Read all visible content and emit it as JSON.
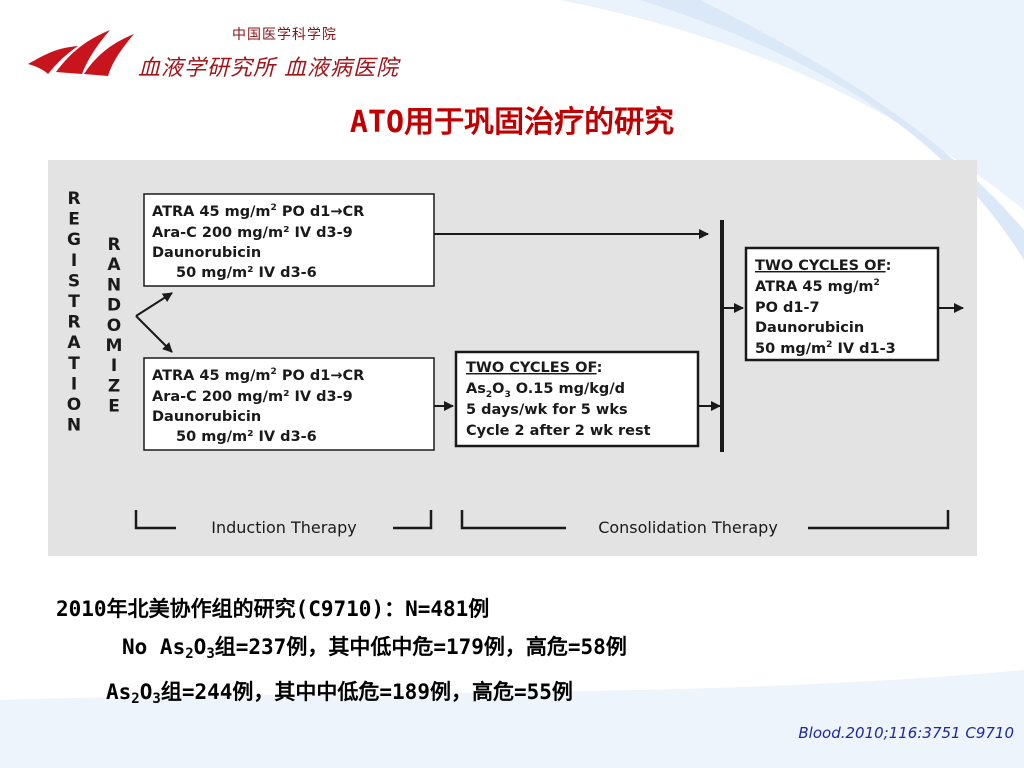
{
  "header": {
    "institution_small": "中国医学科学院",
    "institution_big": "血液学研究所 血液病医院"
  },
  "title": "ATO用于巩固治疗的研究",
  "diagram": {
    "registration_letters": [
      "R",
      "E",
      "G",
      "I",
      "S",
      "T",
      "R",
      "A",
      "T",
      "I",
      "O",
      "N"
    ],
    "randomize_letters": [
      "R",
      "A",
      "N",
      "D",
      "O",
      "M",
      "I",
      "Z",
      "E"
    ],
    "arm1_box": {
      "line1": {
        "pre": "ATRA 45 mg/m",
        "sup": "2",
        "post": " PO d1→CR"
      },
      "line2": "Ara-C 200 mg/m² IV  d3-9",
      "line3": "Daunorubicin",
      "line4": "50 mg/m²  IV d3-6"
    },
    "arm2_box": {
      "line1": {
        "pre": "ATRA 45 mg/m",
        "sup": "2",
        "post": " PO d1→CR"
      },
      "line2": "Ara-C 200 mg/m² IV  d3-9",
      "line3": "Daunorubicin",
      "line4": "50 mg/m² IV d3-6"
    },
    "ato_box": {
      "heading": "TWO CYCLES OF",
      "heading_colon": ":",
      "line2": {
        "a": "As",
        "s1": "2",
        "b": "O",
        "s2": "3",
        "c": " O.15 mg/kg/d"
      },
      "line3": "5 days/wk for 5 wks",
      "line4": "Cycle 2 after 2 wk rest"
    },
    "final_box": {
      "heading": "TWO CYCLES OF",
      "heading_colon": ":",
      "line2": {
        "pre": "ATRA 45 mg/m",
        "sup": "2"
      },
      "line3": "PO d1-7",
      "line4": "Daunorubicin",
      "line5": {
        "pre": "50 mg/m",
        "sup": "2",
        "post": "  IV d1-3"
      }
    },
    "induction_label": "Induction Therapy",
    "consolidation_label": "Consolidation Therapy"
  },
  "notes": {
    "line1": "2010年北美协作组的研究(C9710)：N=481例",
    "line2": {
      "a": "No As",
      "s1": "2",
      "b": "O",
      "s2": "3",
      "c": "组=237例，其中低中危=179例，高危=58例"
    },
    "line3": {
      "a": "As",
      "s1": "2",
      "b": "O",
      "s2": "3",
      "c": "组=244例，其中中低危=189例，高危=55例"
    }
  },
  "citation": "Blood.2010;116:3751 C9710",
  "colors": {
    "title_red": "#c00000",
    "logo_red": "#c8141c",
    "citation_blue": "#1c2aa0",
    "diagram_bg": "#e3e3e3"
  }
}
